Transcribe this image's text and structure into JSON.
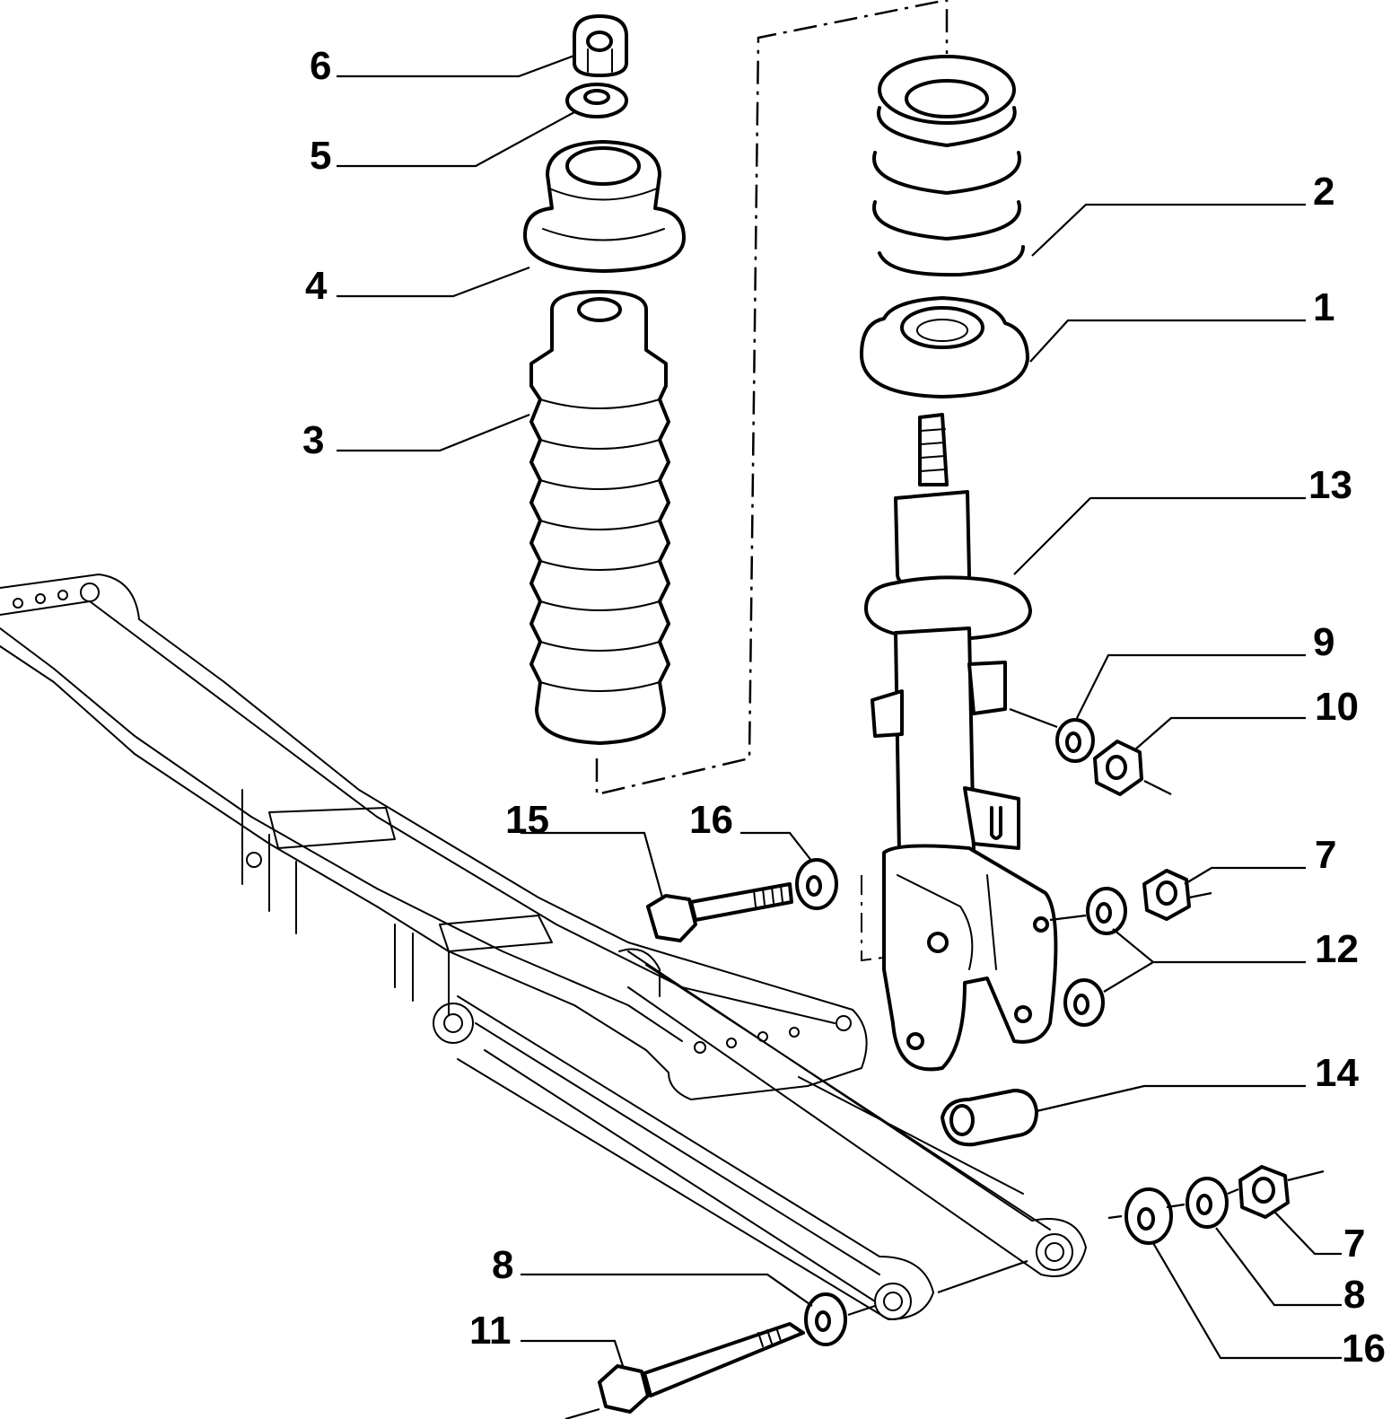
{
  "diagram": {
    "callouts": [
      {
        "id": "c6",
        "text": "6"
      },
      {
        "id": "c5",
        "text": "5"
      },
      {
        "id": "c4",
        "text": "4"
      },
      {
        "id": "c3",
        "text": "3"
      },
      {
        "id": "c2",
        "text": "2"
      },
      {
        "id": "c1",
        "text": "1"
      },
      {
        "id": "c13",
        "text": "13"
      },
      {
        "id": "c9",
        "text": "9"
      },
      {
        "id": "c10",
        "text": "10"
      },
      {
        "id": "c15",
        "text": "15"
      },
      {
        "id": "c16a",
        "text": "16"
      },
      {
        "id": "c7a",
        "text": "7"
      },
      {
        "id": "c12",
        "text": "12"
      },
      {
        "id": "c14",
        "text": "14"
      },
      {
        "id": "c7b",
        "text": "7"
      },
      {
        "id": "c8a",
        "text": "8"
      },
      {
        "id": "c8b",
        "text": "8"
      },
      {
        "id": "c11",
        "text": "11"
      },
      {
        "id": "c16b",
        "text": "16"
      }
    ]
  }
}
